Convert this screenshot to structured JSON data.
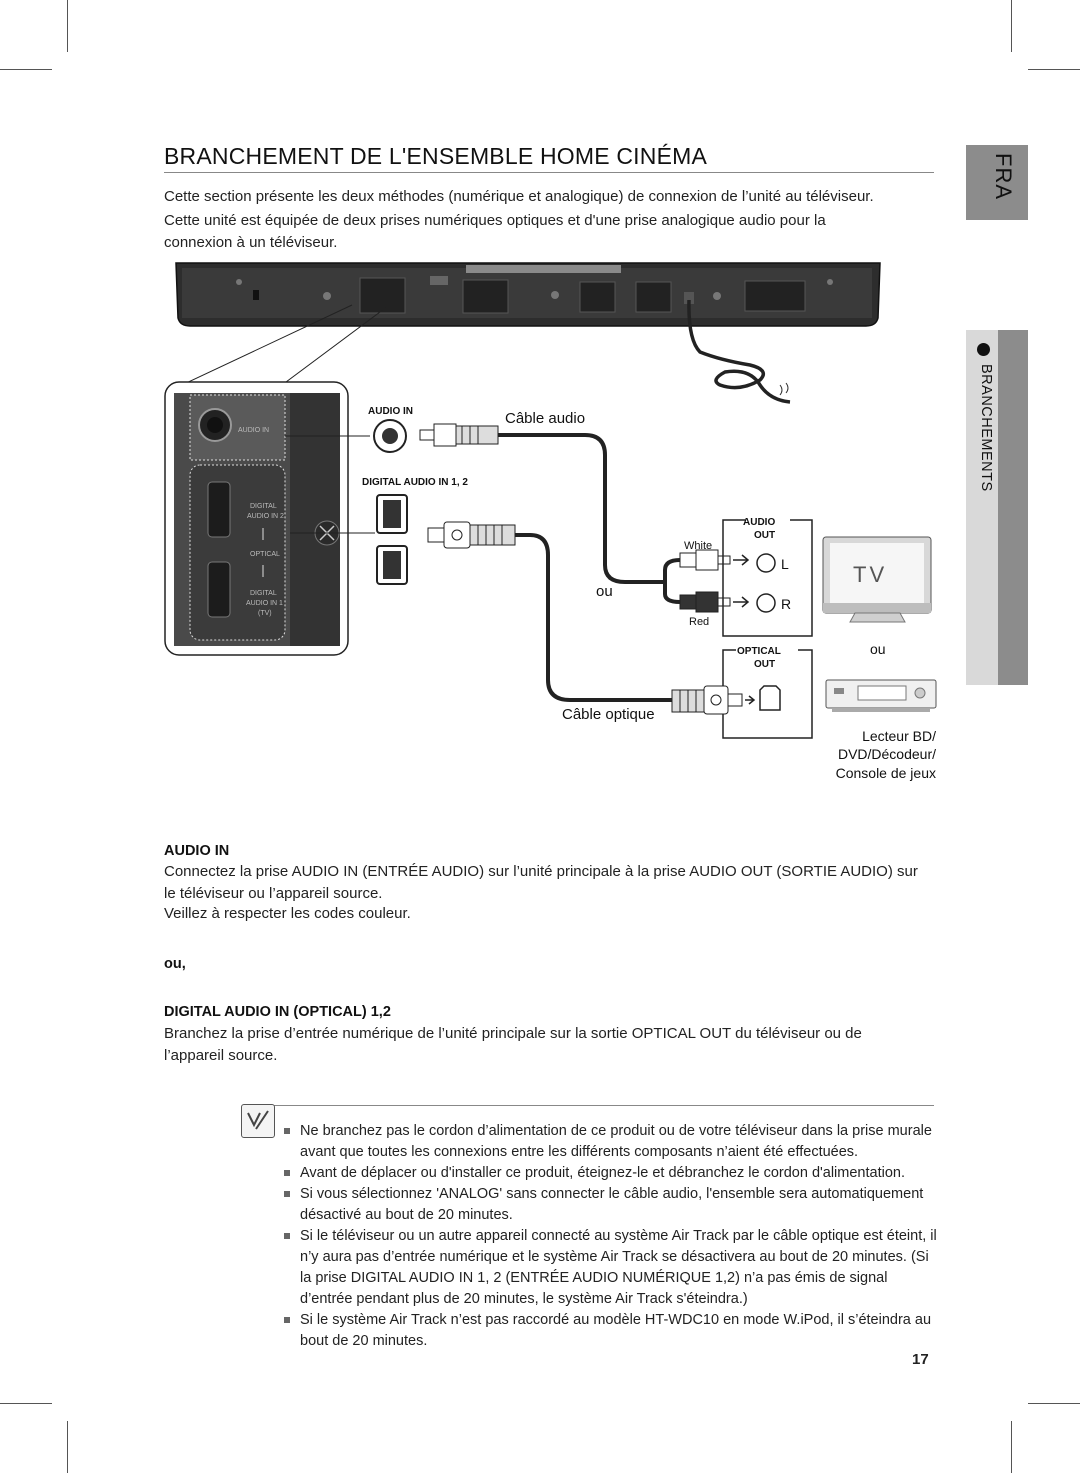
{
  "page": {
    "title": "BRANCHEMENT DE L'ENSEMBLE HOME CINÉMA",
    "intro_1": "Cette section présente les deux méthodes (numérique et analogique) de connexion de l’unité au téléviseur.",
    "intro_2": "Cette unité est équipée de deux prises numériques optiques et d'une prise analogique audio pour la connexion à un téléviseur.",
    "page_number": "17"
  },
  "side_tabs": {
    "language": "FRA",
    "section": "BRANCHEMENTS"
  },
  "diagram": {
    "panel_labels": {
      "audio_in": "AUDIO IN",
      "digital": "DIGITAL",
      "audio_in_2": "AUDIO IN 2",
      "optical": "OPTICAL",
      "audio_in_1": "AUDIO IN 1",
      "tv": "(TV)"
    },
    "audio_in_label": "AUDIO IN",
    "digital_audio_in_label": "DIGITAL AUDIO IN 1, 2",
    "cable_audio_label": "Câble audio",
    "cable_optique_label": "Câble optique",
    "ou_middle": "ou",
    "ou_right": "ou",
    "white_label": "White",
    "red_label": "Red",
    "audio_out_label_1": "AUDIO",
    "audio_out_label_2": "OUT",
    "l_label": "L",
    "r_label": "R",
    "optical_out_label_1": "OPTICAL",
    "optical_out_label_2": "OUT",
    "tv_label": "TV",
    "device_label_1": "Lecteur BD/",
    "device_label_2": "DVD/Décodeur/",
    "device_label_3": "Console de jeux"
  },
  "sections": {
    "audio_in": {
      "heading": "AUDIO IN",
      "text_1": "Connectez la prise AUDIO IN (ENTRÉE AUDIO) sur l’unité principale à la prise AUDIO OUT (SORTIE AUDIO) sur le téléviseur ou l’appareil source.",
      "text_2": "Veillez à respecter les codes couleur."
    },
    "or_label": "ou,",
    "digital": {
      "heading": "DIGITAL AUDIO IN (OPTICAL) 1,2",
      "text_1": "Branchez la prise d’entrée numérique de l’unité principale sur la sortie OPTICAL OUT du téléviseur ou de l’appareil source."
    }
  },
  "notes": [
    "Ne branchez pas le cordon d’alimentation de ce produit ou de votre téléviseur dans la prise murale avant que toutes les connexions entre les différents composants n’aient été effectuées.",
    "Avant de déplacer ou d'installer ce produit, éteignez-le et débranchez le cordon d'alimentation.",
    "Si vous sélectionnez 'ANALOG' sans connecter le câble audio, l'ensemble sera automatiquement désactivé au bout de 20 minutes.",
    "Si le téléviseur ou un autre appareil connecté au système Air Track par le câble optique est éteint, il n’y aura pas d’entrée numérique et le système Air Track se désactivera au bout de 20 minutes. (Si la prise DIGITAL AUDIO IN 1, 2 (ENTRÉE AUDIO NUMÉRIQUE 1,2) n’a pas émis de signal d’entrée pendant plus de 20 minutes, le système Air Track s'éteindra.)",
    "Si le système Air Track n’est pas raccordé au modèle HT-WDC10 en mode W.iPod, il s’éteindra au bout de 20 minutes."
  ],
  "colors": {
    "tab_dark": "#8c8c8c",
    "tab_light": "#d9d9d9",
    "text": "#222222"
  }
}
